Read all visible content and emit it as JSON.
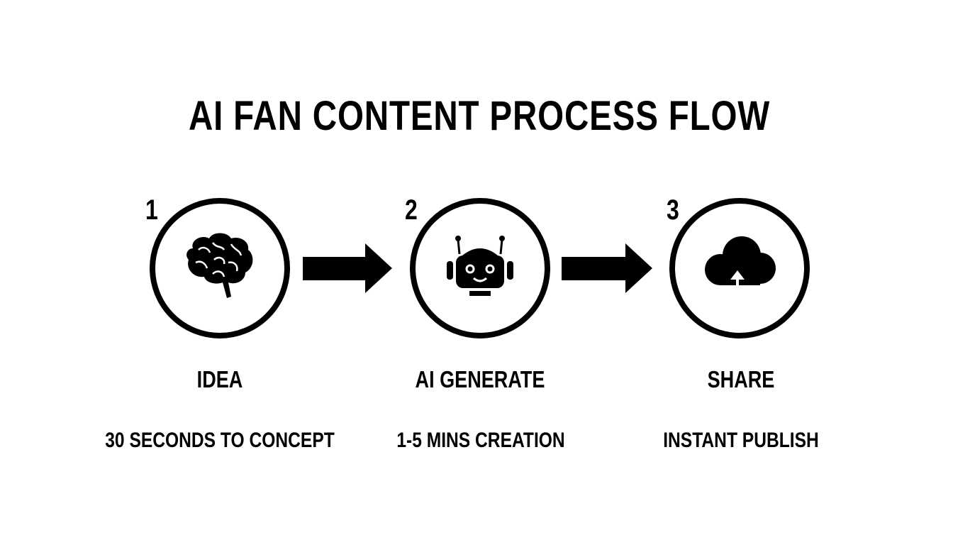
{
  "title": "AI FAN CONTENT PROCESS FLOW",
  "steps": [
    {
      "number": "1",
      "label": "IDEA",
      "detail": "30 SECONDS TO CONCEPT",
      "icon": "brain-icon"
    },
    {
      "number": "2",
      "label": "AI GENERATE",
      "detail": "1-5 MINS CREATION",
      "icon": "robot-icon"
    },
    {
      "number": "3",
      "label": "SHARE",
      "detail": "INSTANT PUBLISH",
      "icon": "cloud-upload-icon"
    }
  ]
}
